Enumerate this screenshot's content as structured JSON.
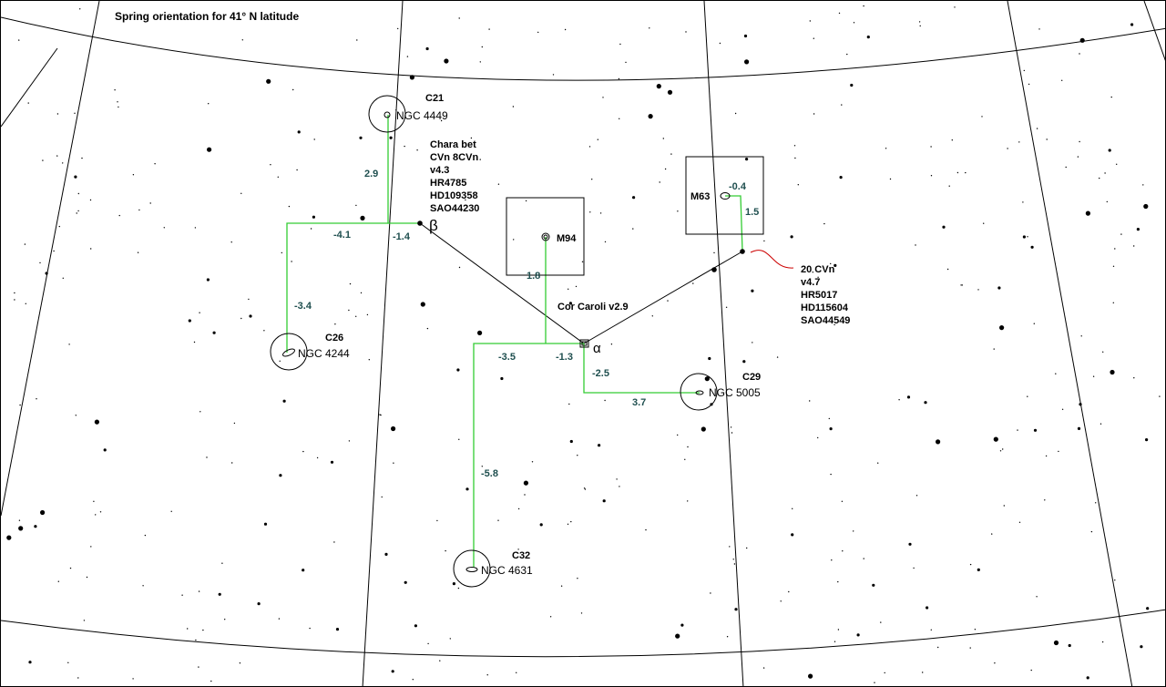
{
  "title": "Spring orientation for 41° N latitude",
  "objects": {
    "c21": {
      "catalog": "C21",
      "name": "NGC 4449"
    },
    "c26": {
      "catalog": "C26",
      "name": "NGC 4244"
    },
    "c29": {
      "catalog": "C29",
      "name": "NGC 5005"
    },
    "c32": {
      "catalog": "C32",
      "name": "NGC 4631"
    },
    "m94": "M94",
    "m63": "M63"
  },
  "stars": {
    "beta": {
      "symbol": "β",
      "info": [
        "Chara bet",
        "CVn 8CVn",
        "v4.3",
        "HR4785",
        "HD109358",
        "SAO44230"
      ]
    },
    "alpha": {
      "symbol": "α",
      "label": "Cor Caroli v2.9"
    },
    "cvn20": {
      "info": [
        "20 CVn",
        "v4.7",
        "HR5017",
        "HD115604",
        "SAO44549"
      ]
    }
  },
  "distances": {
    "c21_up": "2.9",
    "beta_left": "-1.4",
    "c26_left": "-4.1",
    "c26_down": "-3.4",
    "m94": "1.8",
    "alpha_left": "-1.3",
    "c32_left": "-3.5",
    "c32_down": "-5.8",
    "c29_down": "-2.5",
    "c29_right": "3.7",
    "m63_left": "-0.4",
    "m63_up": "1.5"
  },
  "colors": {
    "path": "#33cc33",
    "grid": "#000000",
    "pointer": "#cc0000"
  }
}
